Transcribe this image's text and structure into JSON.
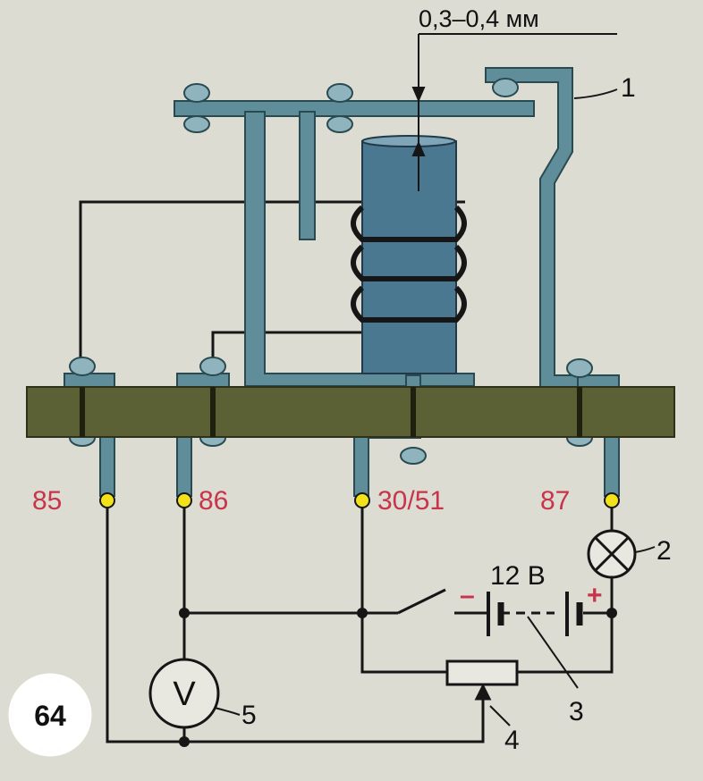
{
  "diagram": {
    "gap_label": "0,3–0,4 мм",
    "terminals": {
      "t85": "85",
      "t86": "86",
      "t30": "30/51",
      "t87": "87"
    },
    "callouts": {
      "c1": "1",
      "c2": "2",
      "c3": "3",
      "c4": "4",
      "c5": "5"
    },
    "battery_voltage": "12 В",
    "battery_minus": "–",
    "battery_plus": "+",
    "voltmeter_symbol": "V",
    "figure_number": "64"
  },
  "colors": {
    "background": "#dcdcd2",
    "metal": "#5f8e9a",
    "coil_core": "#4a7890",
    "board": "#5c6035",
    "terminal_dot": "#f2e21a",
    "red_text": "#c8344a",
    "wire": "#161616"
  }
}
